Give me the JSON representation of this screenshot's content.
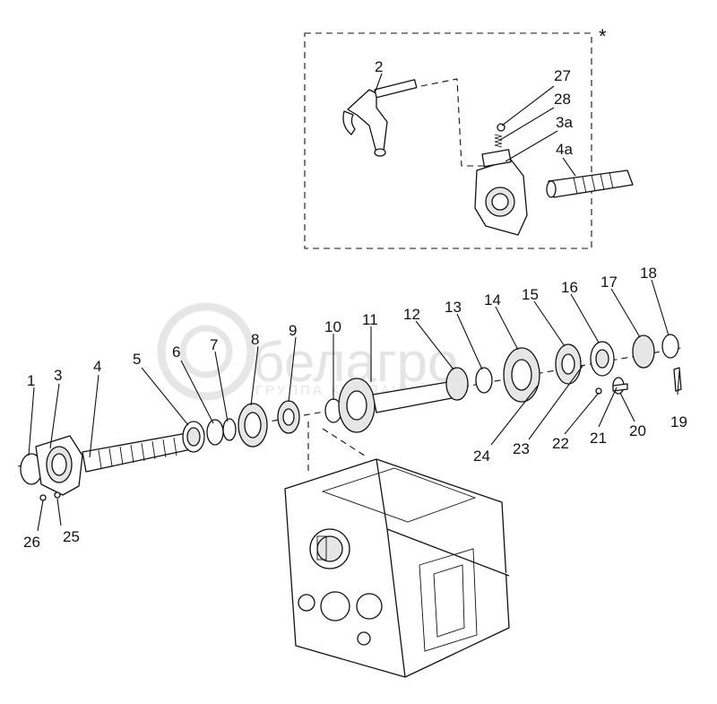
{
  "diagram": {
    "assembly_marker": "*",
    "watermark": {
      "brand": "белагро",
      "sub": "ГРУППА КОМПАНИЙ"
    },
    "callouts": [
      {
        "id": "1",
        "label": "1"
      },
      {
        "id": "2",
        "label": "2"
      },
      {
        "id": "3",
        "label": "3"
      },
      {
        "id": "3a",
        "label": "3а"
      },
      {
        "id": "4",
        "label": "4"
      },
      {
        "id": "4a",
        "label": "4а"
      },
      {
        "id": "5",
        "label": "5"
      },
      {
        "id": "6",
        "label": "6"
      },
      {
        "id": "7",
        "label": "7"
      },
      {
        "id": "8",
        "label": "8"
      },
      {
        "id": "9",
        "label": "9"
      },
      {
        "id": "10",
        "label": "10"
      },
      {
        "id": "11",
        "label": "11"
      },
      {
        "id": "12",
        "label": "12"
      },
      {
        "id": "13",
        "label": "13"
      },
      {
        "id": "14",
        "label": "14"
      },
      {
        "id": "15",
        "label": "15"
      },
      {
        "id": "16",
        "label": "16"
      },
      {
        "id": "17",
        "label": "17"
      },
      {
        "id": "18",
        "label": "18"
      },
      {
        "id": "19",
        "label": "19"
      },
      {
        "id": "20",
        "label": "20"
      },
      {
        "id": "21",
        "label": "21"
      },
      {
        "id": "22",
        "label": "22"
      },
      {
        "id": "23",
        "label": "23"
      },
      {
        "id": "24",
        "label": "24"
      },
      {
        "id": "25",
        "label": "25"
      },
      {
        "id": "26",
        "label": "26"
      },
      {
        "id": "27",
        "label": "27"
      },
      {
        "id": "28",
        "label": "28"
      }
    ]
  }
}
